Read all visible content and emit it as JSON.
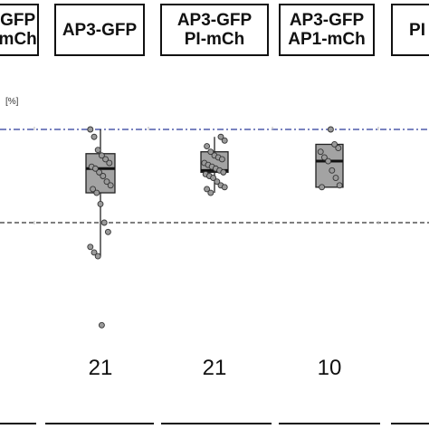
{
  "panels": [
    {
      "lines": [
        "-GFP",
        "-mCh"
      ]
    },
    {
      "lines": [
        "AP3-GFP"
      ]
    },
    {
      "lines": [
        "AP3-GFP",
        "PI-mCh"
      ]
    },
    {
      "lines": [
        "AP3-GFP",
        "AP1-mCh"
      ]
    },
    {
      "lines": [
        "PI"
      ]
    }
  ],
  "ylabel_fragment": "[%]",
  "chart_data": {
    "type": "box",
    "categories": [
      "AP3-GFP",
      "AP3-GFP PI-mCh",
      "AP3-GFP AP1-mCh"
    ],
    "reference_lines": [
      {
        "value": 100,
        "style": "dash-dot",
        "color": "#2a3a9a"
      },
      {
        "value": 50,
        "style": "dashed",
        "color": "#333333"
      }
    ],
    "ylim": [
      -5,
      115
    ],
    "series": [
      {
        "category": "AP3-GFP",
        "n": 21,
        "box": {
          "q1": 66,
          "median": 79,
          "q3": 87,
          "whisker_low": 32,
          "whisker_high": 100
        },
        "points": [
          100,
          96,
          89,
          86,
          84,
          82,
          80,
          79,
          77,
          75,
          72,
          70,
          68,
          66,
          60,
          50,
          45,
          37,
          34,
          32,
          -5
        ]
      },
      {
        "category": "AP3-GFP PI-mCh",
        "n": 21,
        "box": {
          "q1": 77,
          "median": 78,
          "q3": 88,
          "whisker_low": 66,
          "whisker_high": 96
        },
        "points": [
          96,
          94,
          91,
          88,
          86,
          85,
          84,
          82,
          81,
          80,
          79,
          78,
          77,
          76,
          75,
          74,
          72,
          70,
          69,
          68,
          66
        ]
      },
      {
        "category": "AP3-GFP AP1-mCh",
        "n": 10,
        "box": {
          "q1": 69,
          "median": 83,
          "q3": 92,
          "whisker_low": 69,
          "whisker_high": 92
        },
        "points": [
          100,
          92,
          90,
          88,
          85,
          83,
          78,
          74,
          70,
          69
        ]
      }
    ],
    "counts": [
      "21",
      "21",
      "10"
    ]
  }
}
